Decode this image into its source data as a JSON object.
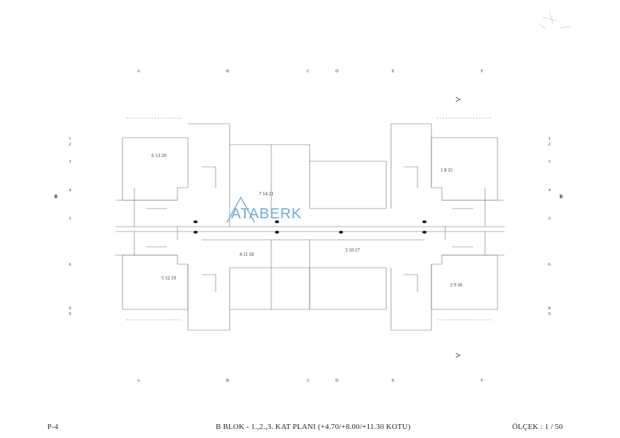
{
  "grid_columns": [
    "A",
    "B",
    "C",
    "D",
    "E",
    "F"
  ],
  "grid_rows_left": [
    "1",
    "2",
    "3",
    "4",
    "5",
    "6",
    "8",
    "9"
  ],
  "section_marker": "B",
  "apartment_labels": [
    "6 13 20",
    "7 14 21",
    "1 8 15",
    "5 12 19",
    "4 11 18",
    "3 10 17",
    "2 9 16"
  ],
  "logo": {
    "text": "ATABERK",
    "color": "#6fa8d8"
  },
  "footer": {
    "sheet_id": "P-4",
    "title": "B BLOK - 1.,2.,3. KAT PLANI (+4.70/+8.00/+11.30 KOTU)",
    "scale": "ÖLÇEK : 1 / 50"
  },
  "colors": {
    "line": "#555555",
    "accent": "#6fa8d8"
  }
}
